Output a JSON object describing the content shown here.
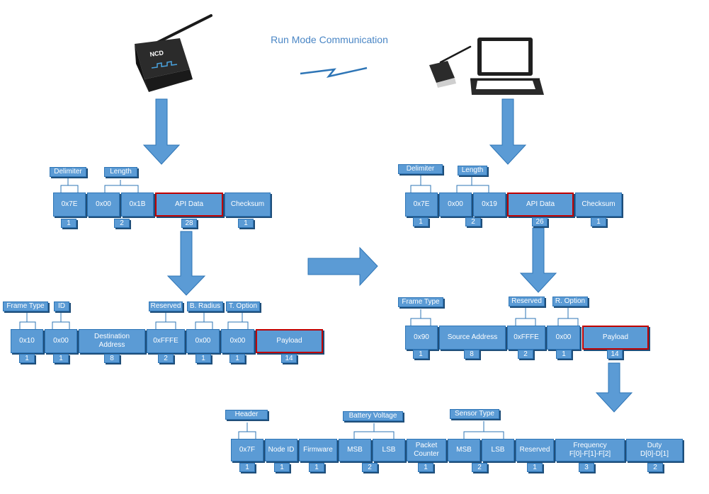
{
  "title": "Run Mode Communication",
  "colors": {
    "box_fill": "#5b9bd5",
    "box_border": "#2e75b6",
    "highlight": "#c00000",
    "arrow": "#5b9bd5",
    "title": "#4a86c5"
  },
  "devices": {
    "sensor_icon": "wireless-sensor-icon",
    "gateway_icon": "usb-gateway-icon",
    "laptop_icon": "laptop-icon"
  },
  "tx_frame": {
    "labels": [
      "Delimiter",
      "Length"
    ],
    "fields": [
      {
        "text": "0x7E",
        "size": "1"
      },
      {
        "text": "0x00",
        "size": "2"
      },
      {
        "text": "0x1B",
        "size": ""
      },
      {
        "text": "API Data",
        "size": "28"
      },
      {
        "text": "Checksum",
        "size": "1"
      }
    ]
  },
  "tx_api": {
    "labels": [
      "Frame Type",
      "ID",
      "Reserved",
      "B. Radius",
      "T. Option"
    ],
    "fields": [
      {
        "text": "0x10",
        "size": "1"
      },
      {
        "text": "0x00",
        "size": "1"
      },
      {
        "text": "Destination\nAddress",
        "size": "8"
      },
      {
        "text": "0xFFFE",
        "size": "2"
      },
      {
        "text": "0x00",
        "size": "1"
      },
      {
        "text": "0x00",
        "size": "1"
      },
      {
        "text": "Payload",
        "size": "14"
      }
    ]
  },
  "rx_frame": {
    "labels": [
      "Delimiter",
      "Length"
    ],
    "fields": [
      {
        "text": "0x7E",
        "size": "1"
      },
      {
        "text": "0x00",
        "size": "2"
      },
      {
        "text": "0x19",
        "size": ""
      },
      {
        "text": "API Data",
        "size": "26"
      },
      {
        "text": "Checksum",
        "size": "1"
      }
    ]
  },
  "rx_api": {
    "labels": [
      "Frame Type",
      "Reserved",
      "R. Option"
    ],
    "fields": [
      {
        "text": "0x90",
        "size": "1"
      },
      {
        "text": "Source Address",
        "size": "8"
      },
      {
        "text": "0xFFFE",
        "size": "2"
      },
      {
        "text": "0x00",
        "size": "1"
      },
      {
        "text": "Payload",
        "size": "14"
      }
    ]
  },
  "payload": {
    "labels": [
      "Header",
      "Battery Voltage",
      "Sensor Type"
    ],
    "fields": [
      {
        "text": "0x7F",
        "size": "1"
      },
      {
        "text": "Node ID",
        "size": "1"
      },
      {
        "text": "Firmware",
        "size": "1"
      },
      {
        "text": "MSB",
        "size": "2"
      },
      {
        "text": "LSB",
        "size": ""
      },
      {
        "text": "Packet\nCounter",
        "size": "1"
      },
      {
        "text": "MSB",
        "size": "2"
      },
      {
        "text": "LSB",
        "size": ""
      },
      {
        "text": "Reserved",
        "size": "1"
      },
      {
        "text": "Frequency\nF[0]-F[1]-F[2]",
        "size": "3"
      },
      {
        "text": "Duty\nD[0]-D[1]",
        "size": "2"
      }
    ]
  }
}
